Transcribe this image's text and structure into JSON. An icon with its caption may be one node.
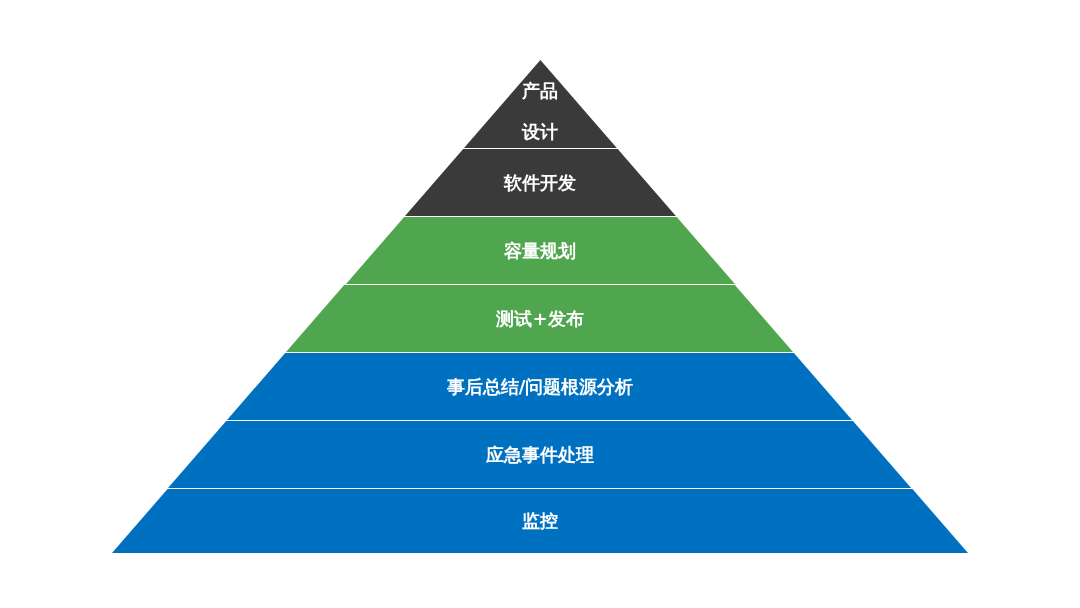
{
  "diagram": {
    "nodes": [
      {
        "text": [
          "产品设计"
        ]
      },
      {
        "text": [
          "软件开发"
        ]
      },
      {
        "text": [
          "容量规划"
        ]
      },
      {
        "text": [
          "测试+发布"
        ]
      },
      {
        "text": [
          "事后总结/问题根源分析"
        ]
      },
      {
        "text": [
          "应急事件处理"
        ]
      },
      {
        "text": [
          "监控"
        ]
      }
    ]
  }
}
